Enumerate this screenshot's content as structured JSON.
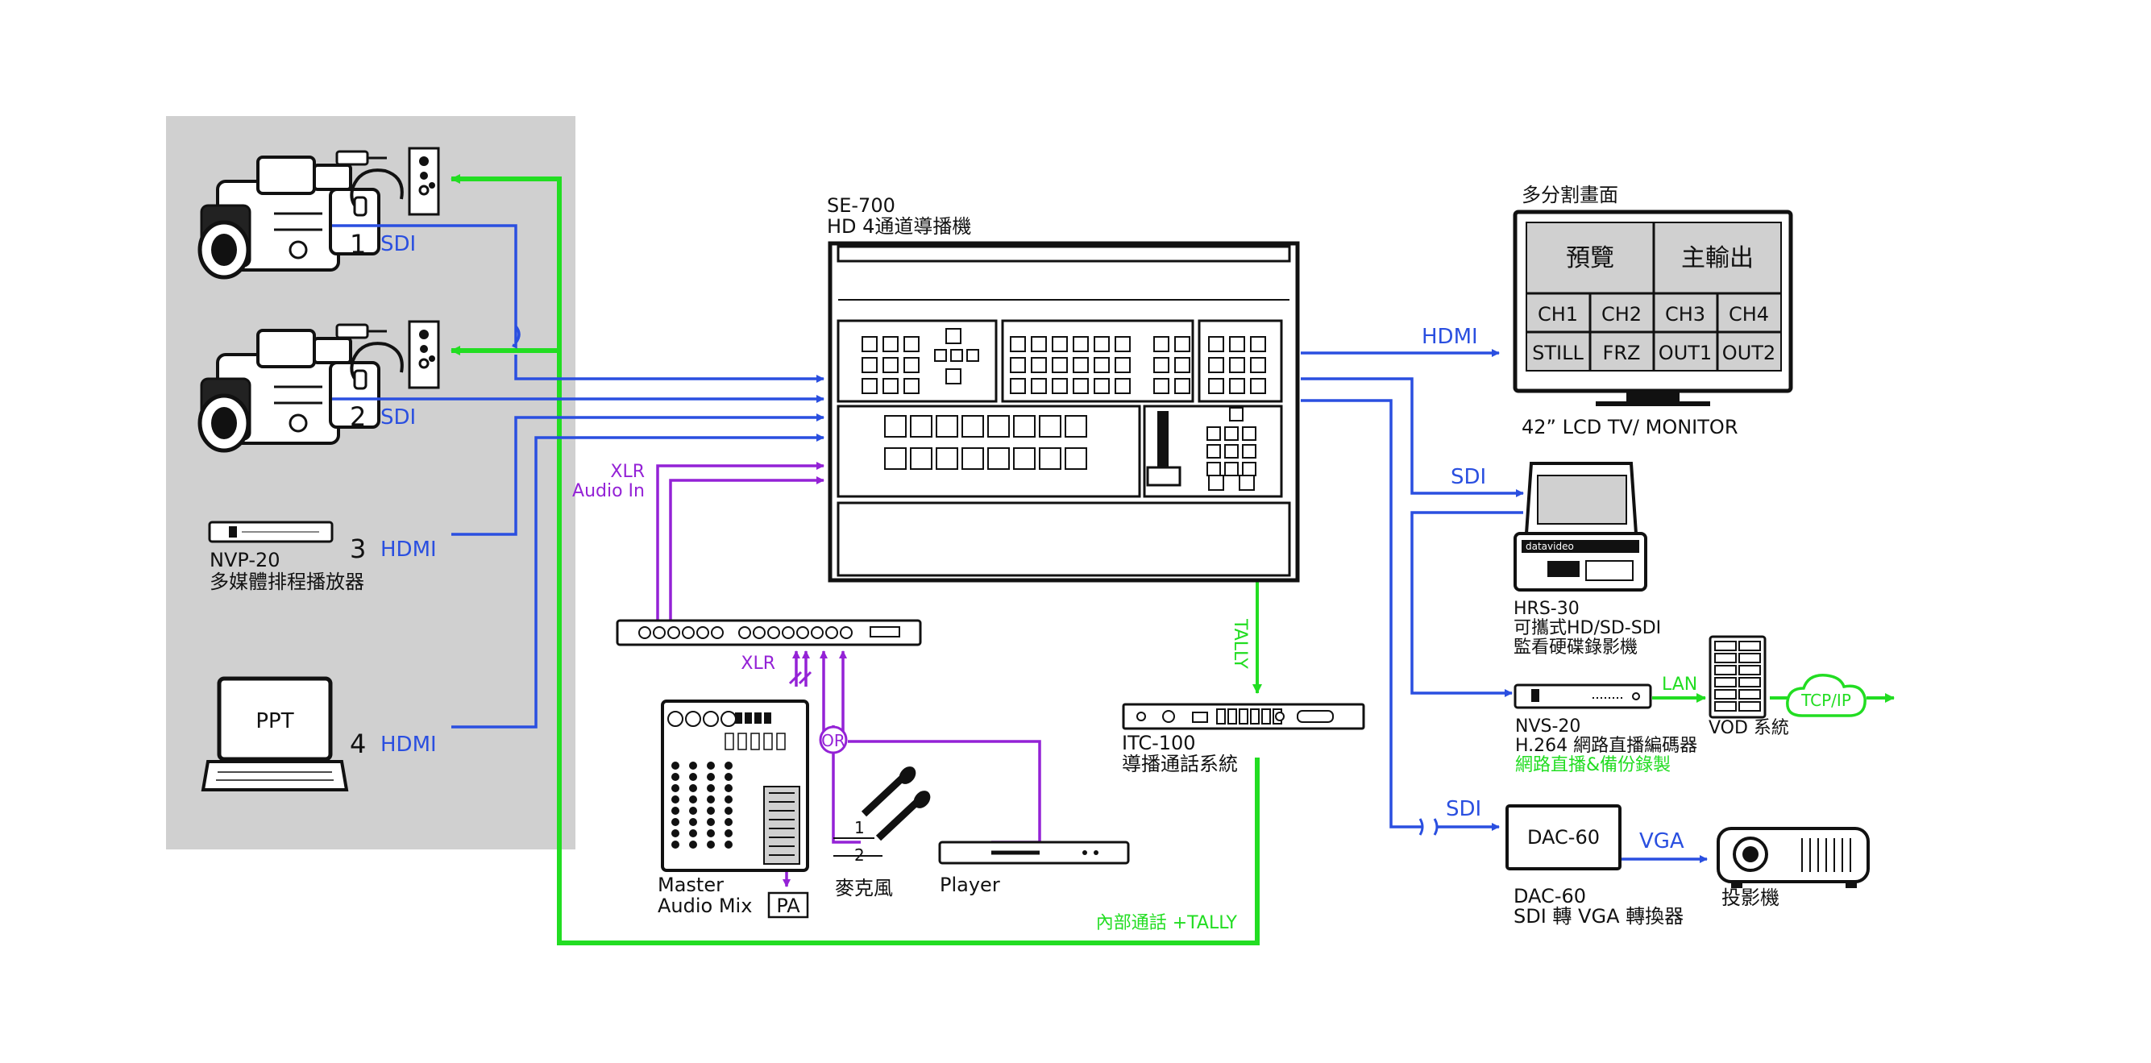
{
  "colors": {
    "sdi_blue": "#2a4fe0",
    "green": "#22dd22",
    "purple": "#9422d6",
    "panel_gray": "#d0d0d0",
    "black": "#111111"
  },
  "icons": {
    "camera": "camcorder-icon",
    "headset": "headset-icon",
    "laptop": "laptop-icon",
    "projector": "projector-icon",
    "cloud": "cloud-icon",
    "microphone": "microphone-icon"
  },
  "sources": {
    "cam1": {
      "num": "1",
      "port": "SDI"
    },
    "cam2": {
      "num": "2",
      "port": "SDI"
    },
    "nvp": {
      "num": "3",
      "port": "HDMI",
      "model": "NVP-20",
      "desc": "多媒體排程播放器"
    },
    "laptop": {
      "num": "4",
      "port": "HDMI",
      "screen": "PPT"
    }
  },
  "switcher": {
    "model": "SE-700",
    "desc": "HD 4通道導播機"
  },
  "audio": {
    "xlr_in": "XLR",
    "audio_in": "Audio In",
    "xlr_mixer": "XLR",
    "or_label": "OR",
    "mixer_title_1": "Master",
    "mixer_title_2": "Audio Mix",
    "pa": "PA",
    "mic_label": "麥克風",
    "mic_1": "1",
    "mic_2": "2",
    "player": "Player"
  },
  "intercom": {
    "tally": "TALLY",
    "model": "ITC-100",
    "desc": "導播通話系統",
    "loop_label": "內部通話 +TALLY"
  },
  "multiview": {
    "title": "多分割畫面",
    "preview": "預覽",
    "program": "主輸出",
    "cells": [
      "CH1",
      "CH2",
      "CH3",
      "CH4",
      "STILL",
      "FRZ",
      "OUT1",
      "OUT2"
    ],
    "caption": "42”  LCD TV/  MONITOR"
  },
  "outputs": {
    "hdmi": "HDMI",
    "sdi_hrs": "SDI",
    "sdi_dac": "SDI",
    "vga": "VGA",
    "lan": "LAN",
    "tcpip": "TCP/IP"
  },
  "hrs": {
    "model": "HRS-30",
    "desc1": "可攜式HD/SD-SDI",
    "desc2": "監看硬碟錄影機",
    "brand": "datavideo"
  },
  "nvs": {
    "model": "NVS-20",
    "desc1": "H.264 網路直播編碼器",
    "desc2": "網路直播&備份錄製"
  },
  "vod": {
    "label": "VOD 系統"
  },
  "dac": {
    "box": "DAC-60",
    "model": "DAC-60",
    "desc": "SDI 轉 VGA 轉換器"
  },
  "projector": {
    "label": "投影機"
  }
}
